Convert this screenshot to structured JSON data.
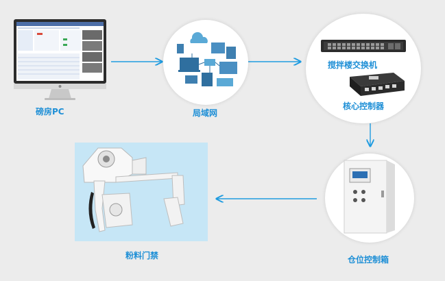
{
  "nodes": {
    "pc": "磅房PC",
    "lan": "局域网",
    "switch": "搅拌楼交换机",
    "controller": "核心控制器",
    "cabinet": "仓位控制箱",
    "gate": "粉料门禁"
  },
  "colors": {
    "label": "#1e8fd6",
    "arrow": "#1e9be0",
    "background": "#ececec",
    "gate_panel": "#c6e6f6"
  }
}
